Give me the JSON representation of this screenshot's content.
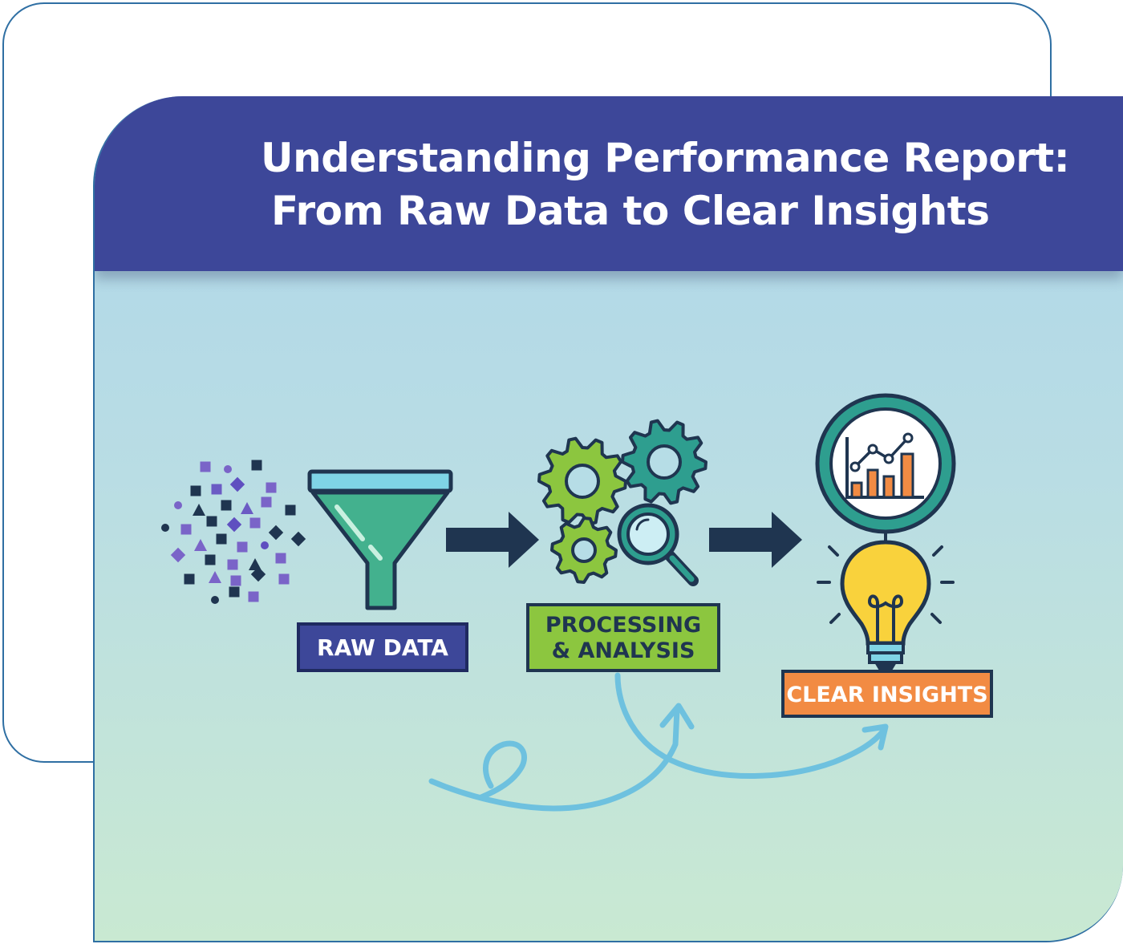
{
  "header": {
    "title_line1": "Understanding Performance Report:",
    "title_line2": "From Raw Data to Clear Insights"
  },
  "stages": [
    {
      "id": "raw",
      "label": "RAW DATA",
      "icon": "funnel-icon",
      "color": "#3d4799"
    },
    {
      "id": "processing",
      "label_line1": "PROCESSING",
      "label_line2": "& ANALYSIS",
      "icon": "gears-magnifier-icon",
      "color": "#8cc63f"
    },
    {
      "id": "insights",
      "label": "CLEAR INSIGHTS",
      "icon": "lightbulb-chart-icon",
      "color": "#f28b43"
    }
  ],
  "colors": {
    "header_bg": "#3d4799",
    "border": "#2f6fa3",
    "dark_arrow": "#1f3550",
    "teal": "#2e9e8f",
    "loop_arrow": "#6ec1df"
  }
}
